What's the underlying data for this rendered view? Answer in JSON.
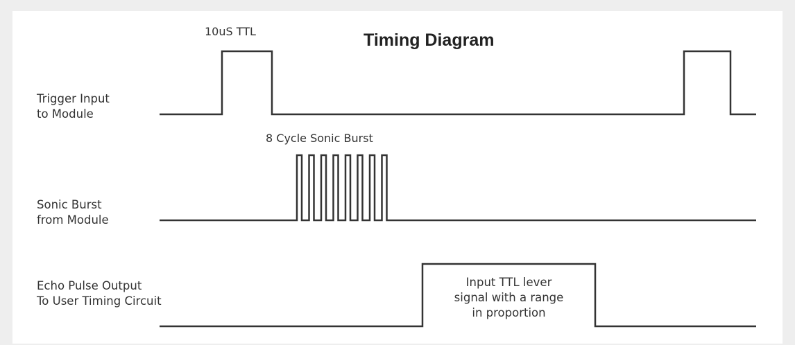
{
  "title": "Timing Diagram",
  "signals": {
    "trigger": {
      "label_lines": [
        "Trigger Input",
        "to Module"
      ],
      "pulse_annotation": "10uS TTL"
    },
    "burst": {
      "label_lines": [
        "Sonic Burst",
        "from Module"
      ],
      "annotation": "8 Cycle Sonic Burst"
    },
    "echo": {
      "label_lines": [
        "Echo Pulse Output",
        "To User Timing Circuit"
      ],
      "pulse_text_lines": [
        "Input TTL lever",
        "signal with a range",
        "in proportion"
      ]
    }
  }
}
